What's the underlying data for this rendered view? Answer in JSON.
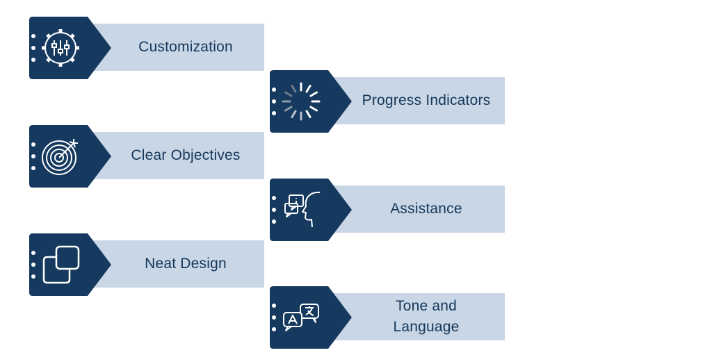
{
  "colors": {
    "navy": "#163a5f",
    "bar": "#c8d6e5",
    "text": "#15375a",
    "icon": "#ffffff"
  },
  "items": [
    {
      "label": "Customization",
      "icon": "gear-sliders-icon"
    },
    {
      "label": "Progress Indicators",
      "icon": "loading-spinner-icon"
    },
    {
      "label": "Clear Objectives",
      "icon": "target-arrow-icon"
    },
    {
      "label": "Assistance",
      "icon": "info-chat-head-icon"
    },
    {
      "label": "Neat Design",
      "icon": "overlapping-squares-icon"
    },
    {
      "label": "Tone and Language",
      "icon": "translate-bubbles-icon"
    }
  ]
}
